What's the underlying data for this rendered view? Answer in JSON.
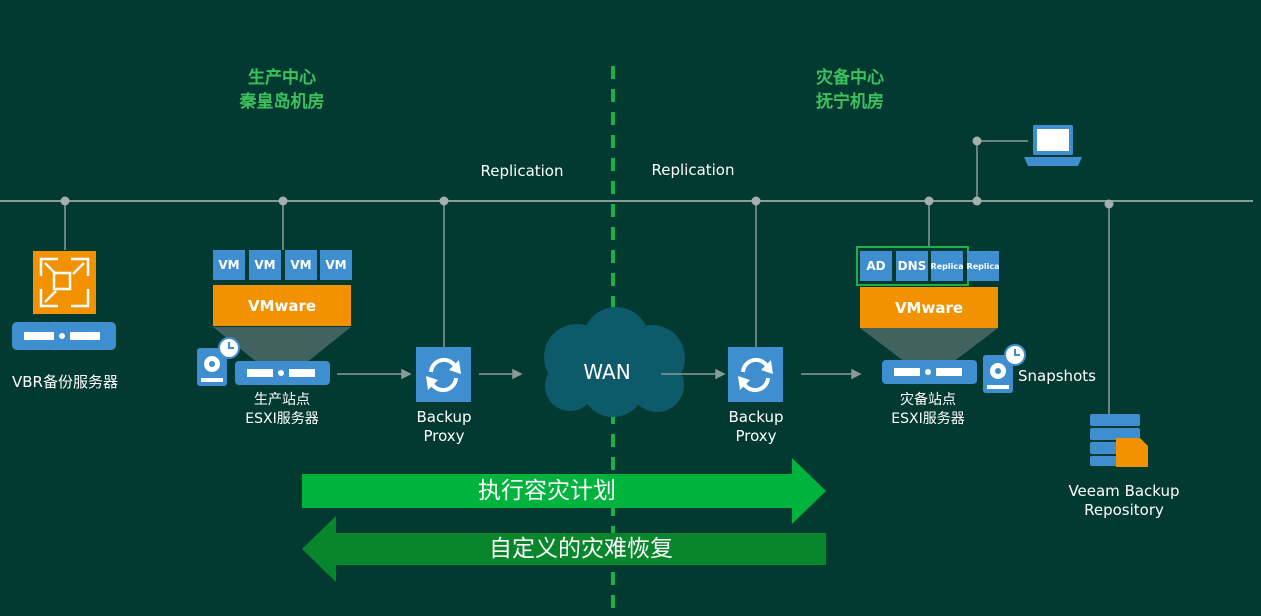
{
  "production_site": {
    "title": "生产中心",
    "subtitle": "秦皇岛机房"
  },
  "dr_site": {
    "title": "灾备中心",
    "subtitle": "抚宁机房"
  },
  "replication_left": "Replication",
  "replication_right": "Replication",
  "vbr_server": {
    "label": "VBR备份服务器",
    "icon": "veeam-logo-icon"
  },
  "prod_host": {
    "vms": [
      "VM",
      "VM",
      "VM",
      "VM"
    ],
    "hypervisor": "VMware",
    "label_line1": "生产站点",
    "label_line2": "ESXI服务器"
  },
  "proxy_left": {
    "line1": "Backup",
    "line2": "Proxy"
  },
  "wan": "WAN",
  "proxy_right": {
    "line1": "Backup",
    "line2": "Proxy"
  },
  "dr_host": {
    "vms": [
      "AD",
      "DNS",
      "Replica",
      "Replica"
    ],
    "hypervisor": "VMware",
    "label_line1": "灾备站点",
    "label_line2": "ESXI服务器",
    "snapshots": "Snapshots"
  },
  "repository": {
    "line1": "Veeam Backup",
    "line2": "Repository"
  },
  "failover_arrow": "执行容灾计划",
  "failback_arrow": "自定义的灾难恢复",
  "colors": {
    "background": "#023a32",
    "accent_green": "#3cc25c",
    "vm_blue": "#3f8fd0",
    "vmware_orange": "#f39200",
    "arrow_light_green": "#00b33c",
    "arrow_dark_green": "#08862c",
    "cloud": "#0d5a6a"
  }
}
